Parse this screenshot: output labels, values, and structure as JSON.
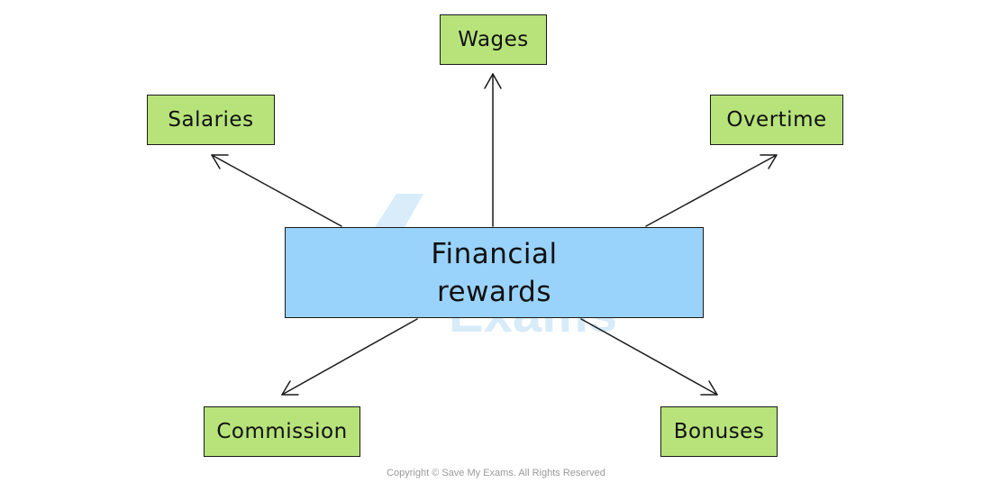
{
  "center": {
    "line1": "Financial",
    "line2": "rewards"
  },
  "nodes": {
    "wages": "Wages",
    "salaries": "Salaries",
    "overtime": "Overtime",
    "commission": "Commission",
    "bonuses": "Bonuses"
  },
  "watermark": {
    "line1": "Save My",
    "line2": "Exams"
  },
  "footer": "Copyright © Save My Exams. All Rights Reserved",
  "colors": {
    "leaf_fill": "#b7e37a",
    "center_fill": "#99d3fb",
    "stroke": "#1a1a1a"
  }
}
